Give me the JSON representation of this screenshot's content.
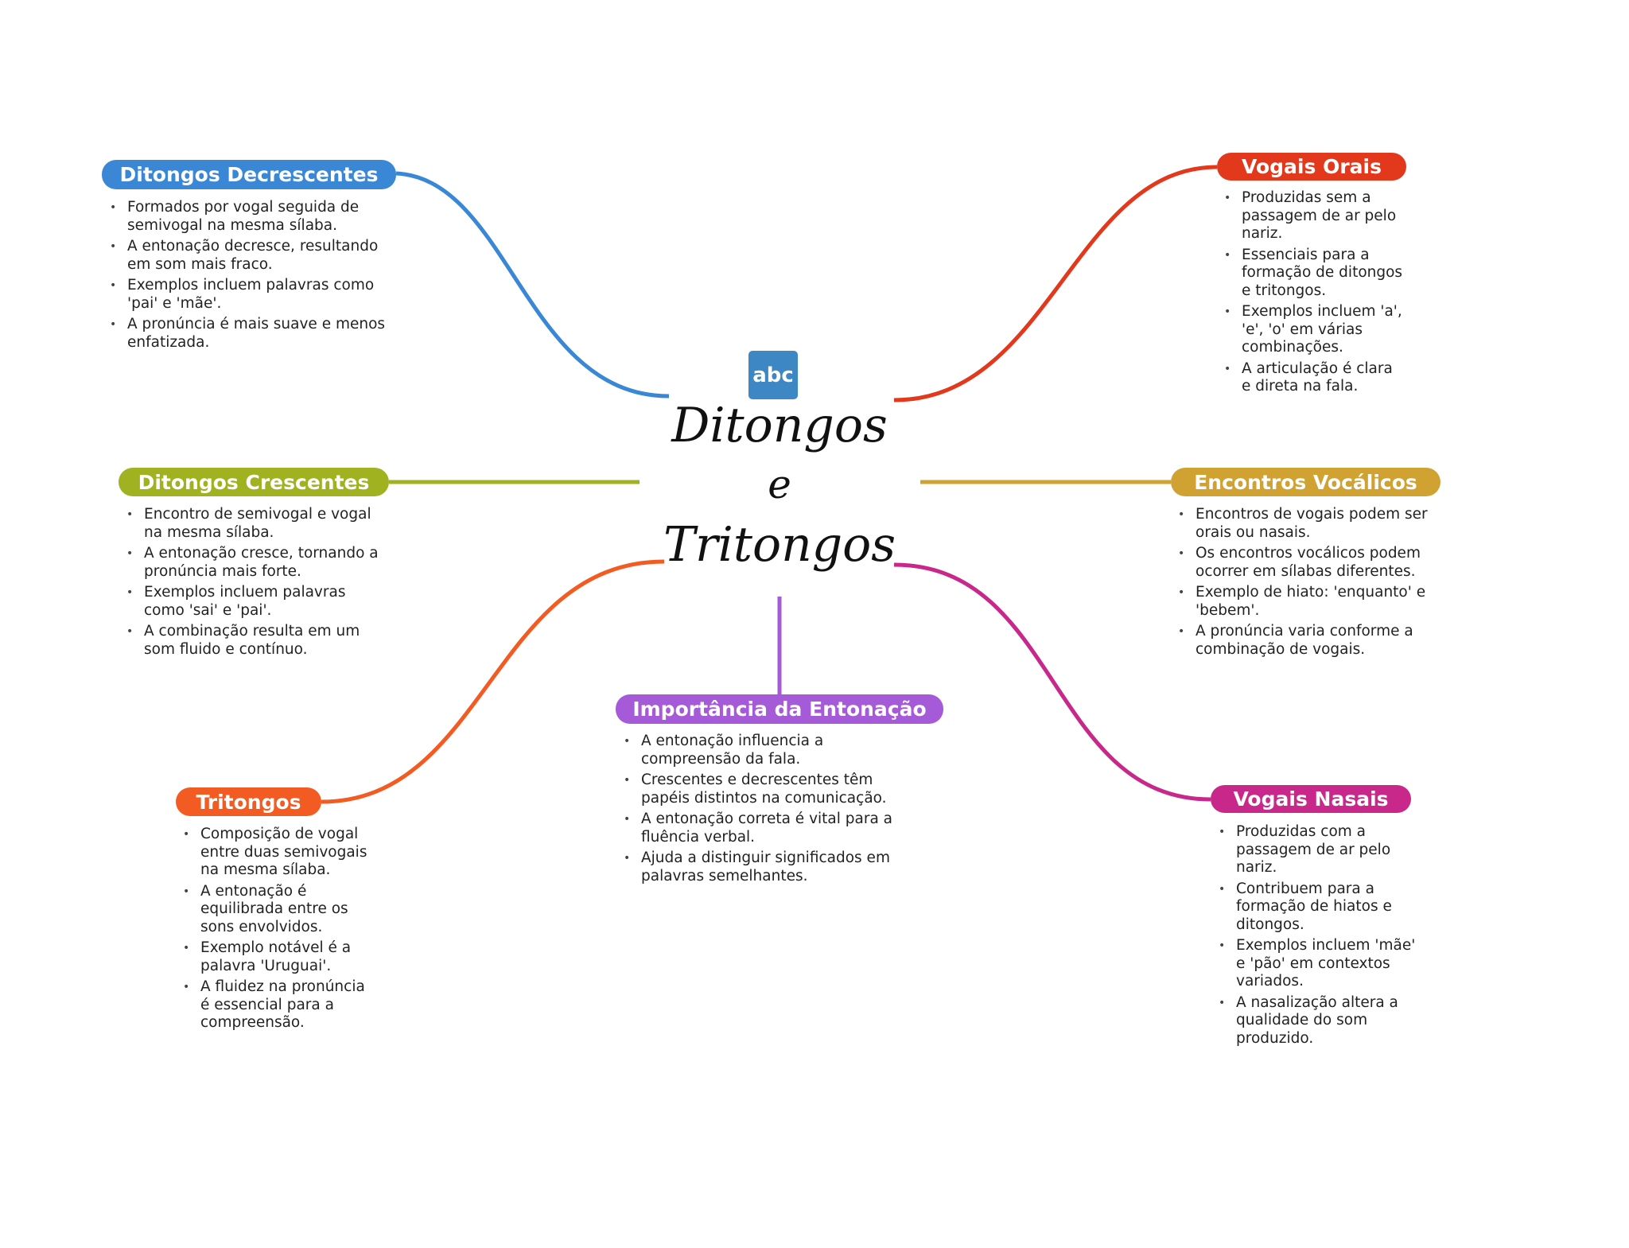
{
  "center": {
    "icon": "abc-icon",
    "icon_text": "abc",
    "title_lines": [
      "Ditongos",
      "e",
      "Tritongos"
    ]
  },
  "branches": [
    {
      "id": "ditongos-decrescentes",
      "title": "Ditongos Decrescentes",
      "color": "#3a87d6",
      "notes": [
        "Formados por vogal seguida de semivogal na mesma sílaba.",
        "A entonação decresce, resultando em som mais fraco.",
        "Exemplos incluem palavras como 'pai' e 'mãe'.",
        "A pronúncia é mais suave e menos enfatizada."
      ]
    },
    {
      "id": "vogais-orais",
      "title": "Vogais Orais",
      "color": "#e2391d",
      "notes": [
        "Produzidas sem a passagem de ar pelo nariz.",
        "Essenciais para a formação de ditongos e tritongos.",
        "Exemplos incluem 'a', 'e', 'o' em várias combinações.",
        "A articulação é clara e direta na fala."
      ]
    },
    {
      "id": "ditongos-crescentes",
      "title": "Ditongos Crescentes",
      "color": "#a0b21f",
      "notes": [
        "Encontro de semivogal e vogal na mesma sílaba.",
        "A entonação cresce, tornando a pronúncia mais forte.",
        "Exemplos incluem palavras como 'sai' e 'pai'.",
        "A combinação resulta em um som fluido e contínuo."
      ]
    },
    {
      "id": "encontros-vocalicos",
      "title": "Encontros Vocálicos",
      "color": "#d0a232",
      "notes": [
        "Encontros de vogais podem ser orais ou nasais.",
        "Os encontros vocálicos podem ocorrer em sílabas diferentes.",
        "Exemplo de hiato: 'enquanto' e 'bebem'.",
        "A pronúncia varia conforme a combinação de vogais."
      ]
    },
    {
      "id": "tritongos",
      "title": "Tritongos",
      "color": "#f25b22",
      "notes": [
        "Composição de vogal entre duas semivogais na mesma sílaba.",
        "A entonação é equilibrada entre os sons envolvidos.",
        "Exemplo notável é a palavra 'Uruguai'.",
        "A fluidez na pronúncia é essencial para a compreensão."
      ]
    },
    {
      "id": "importancia-da-entonacao",
      "title": "Importância da Entonação",
      "color": "#a55ad8",
      "notes": [
        "A entonação influencia a compreensão da fala.",
        "Crescentes e decrescentes têm papéis distintos na comunicação.",
        "A entonação correta é vital para a fluência verbal.",
        "Ajuda a distinguir significados em palavras semelhantes."
      ]
    },
    {
      "id": "vogais-nasais",
      "title": "Vogais Nasais",
      "color": "#c8288a",
      "notes": [
        "Produzidas com a passagem de ar pelo nariz.",
        "Contribuem para a formação de hiatos e ditongos.",
        "Exemplos incluem 'mãe' e 'pão' em contextos variados.",
        "A nasalização altera a qualidade do som produzido."
      ]
    }
  ]
}
